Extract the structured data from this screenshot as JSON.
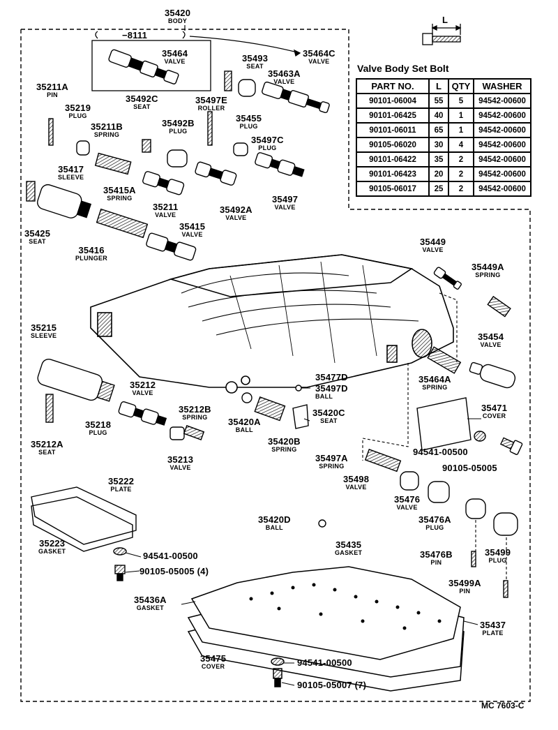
{
  "body_assembly": {
    "part_no": "35420",
    "name": "BODY"
  },
  "serial_note": "−8111",
  "parts": [
    {
      "id": "35464",
      "name": "VALVE"
    },
    {
      "id": "35493",
      "name": "SEAT"
    },
    {
      "id": "35464C",
      "name": "VALVE"
    },
    {
      "id": "35463A",
      "name": "VALVE"
    },
    {
      "id": "35455",
      "name": "PLUG"
    },
    {
      "id": "35211A",
      "name": "PIN"
    },
    {
      "id": "35219",
      "name": "PLUG"
    },
    {
      "id": "35492C",
      "name": "SEAT"
    },
    {
      "id": "35497E",
      "name": "ROLLER"
    },
    {
      "id": "35211B",
      "name": "SPRING"
    },
    {
      "id": "35492B",
      "name": "PLUG"
    },
    {
      "id": "35497C",
      "name": "PLUG"
    },
    {
      "id": "35417",
      "name": "SLEEVE"
    },
    {
      "id": "35415A",
      "name": "SPRING"
    },
    {
      "id": "35211",
      "name": "VALVE"
    },
    {
      "id": "35492A",
      "name": "VALVE"
    },
    {
      "id": "35497",
      "name": "VALVE"
    },
    {
      "id": "35425",
      "name": "SEAT"
    },
    {
      "id": "35416",
      "name": "PLUNGER"
    },
    {
      "id": "35415",
      "name": "VALVE"
    },
    {
      "id": "35449",
      "name": "VALVE"
    },
    {
      "id": "35449A",
      "name": "SPRING"
    },
    {
      "id": "35215",
      "name": "SLEEVE"
    },
    {
      "id": "35454",
      "name": "VALVE"
    },
    {
      "id": "35464A",
      "name": "SPRING"
    },
    {
      "id": "35477D",
      "name": ""
    },
    {
      "id": "35497D",
      "name": "BALL"
    },
    {
      "id": "35212",
      "name": "VALVE"
    },
    {
      "id": "35212B",
      "name": "SPRING"
    },
    {
      "id": "35218",
      "name": "PLUG"
    },
    {
      "id": "35420A",
      "name": "BALL"
    },
    {
      "id": "35420C",
      "name": "SEAT"
    },
    {
      "id": "35471",
      "name": "COVER"
    },
    {
      "id": "35212A",
      "name": "SEAT"
    },
    {
      "id": "35213",
      "name": "VALVE"
    },
    {
      "id": "35420B",
      "name": "SPRING"
    },
    {
      "id": "94541-00500",
      "name": ""
    },
    {
      "id": "90105-05005",
      "name": ""
    },
    {
      "id": "35497A",
      "name": "SPRING"
    },
    {
      "id": "35498",
      "name": "VALVE"
    },
    {
      "id": "35222",
      "name": "PLATE"
    },
    {
      "id": "35476",
      "name": "VALVE"
    },
    {
      "id": "35476A",
      "name": "PLUG"
    },
    {
      "id": "35499",
      "name": "PLUG"
    },
    {
      "id": "35223",
      "name": "GASKET"
    },
    {
      "id": "35420D",
      "name": "BALL"
    },
    {
      "id": "94541-00500",
      "name": ""
    },
    {
      "id": "35435",
      "name": "GASKET"
    },
    {
      "id": "35476B",
      "name": "PIN"
    },
    {
      "id": "90105-05005 (4)",
      "name": ""
    },
    {
      "id": "35499A",
      "name": "PIN"
    },
    {
      "id": "35436A",
      "name": "GASKET"
    },
    {
      "id": "35437",
      "name": "PLATE"
    },
    {
      "id": "35475",
      "name": "COVER"
    },
    {
      "id": "94541-00500",
      "name": ""
    },
    {
      "id": "90105-05007 (7)",
      "name": ""
    }
  ],
  "bolt_table": {
    "title": "Valve Body Set Bolt",
    "dimension_label": "L",
    "headers": [
      "PART NO.",
      "L",
      "QTY",
      "WASHER"
    ],
    "rows": [
      [
        "90101-06004",
        "55",
        "5",
        "94542-00600"
      ],
      [
        "90101-06425",
        "40",
        "1",
        "94542-00600"
      ],
      [
        "90101-06011",
        "65",
        "1",
        "94542-00600"
      ],
      [
        "90105-06020",
        "30",
        "4",
        "94542-00600"
      ],
      [
        "90101-06422",
        "35",
        "2",
        "94542-00600"
      ],
      [
        "90101-06423",
        "20",
        "2",
        "94542-00600"
      ],
      [
        "90105-06017",
        "25",
        "2",
        "94542-00600"
      ]
    ]
  },
  "catalog_code": "MC 7603-C"
}
